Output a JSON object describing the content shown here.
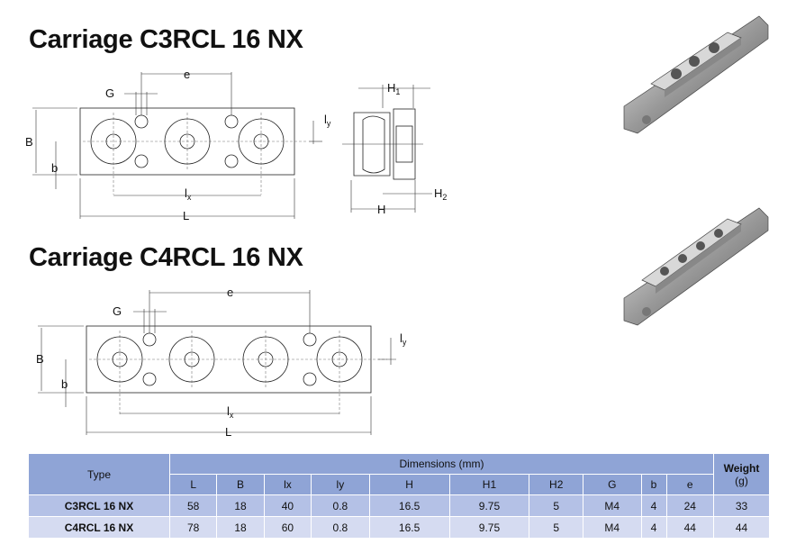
{
  "titles": [
    "Carriage C3RCL 16 NX",
    "Carriage C4RCL 16 NX"
  ],
  "drawing_labels": {
    "G": "G",
    "e": "e",
    "B": "B",
    "b": "b",
    "ly": "l",
    "ly_sub": "y",
    "lx": "l",
    "lx_sub": "x",
    "L": "L",
    "H": "H",
    "H1": "H",
    "H1_sub": "1",
    "H2": "H",
    "H2_sub": "2"
  },
  "table": {
    "type_header": "Type",
    "dimensions_header": "Dimensions (mm)",
    "weight_header": "Weight",
    "weight_unit": "(g)",
    "columns": [
      "L",
      "B",
      "lx",
      "ly",
      "H",
      "H1",
      "H2",
      "G",
      "b",
      "e"
    ],
    "rows": [
      {
        "type": "C3RCL 16 NX",
        "values": [
          "58",
          "18",
          "40",
          "0.8",
          "16.5",
          "9.75",
          "5",
          "M4",
          "4",
          "24"
        ],
        "weight": "33"
      },
      {
        "type": "C4RCL 16 NX",
        "values": [
          "78",
          "18",
          "60",
          "0.8",
          "16.5",
          "9.75",
          "5",
          "M4",
          "4",
          "44"
        ],
        "weight": "44"
      }
    ]
  }
}
